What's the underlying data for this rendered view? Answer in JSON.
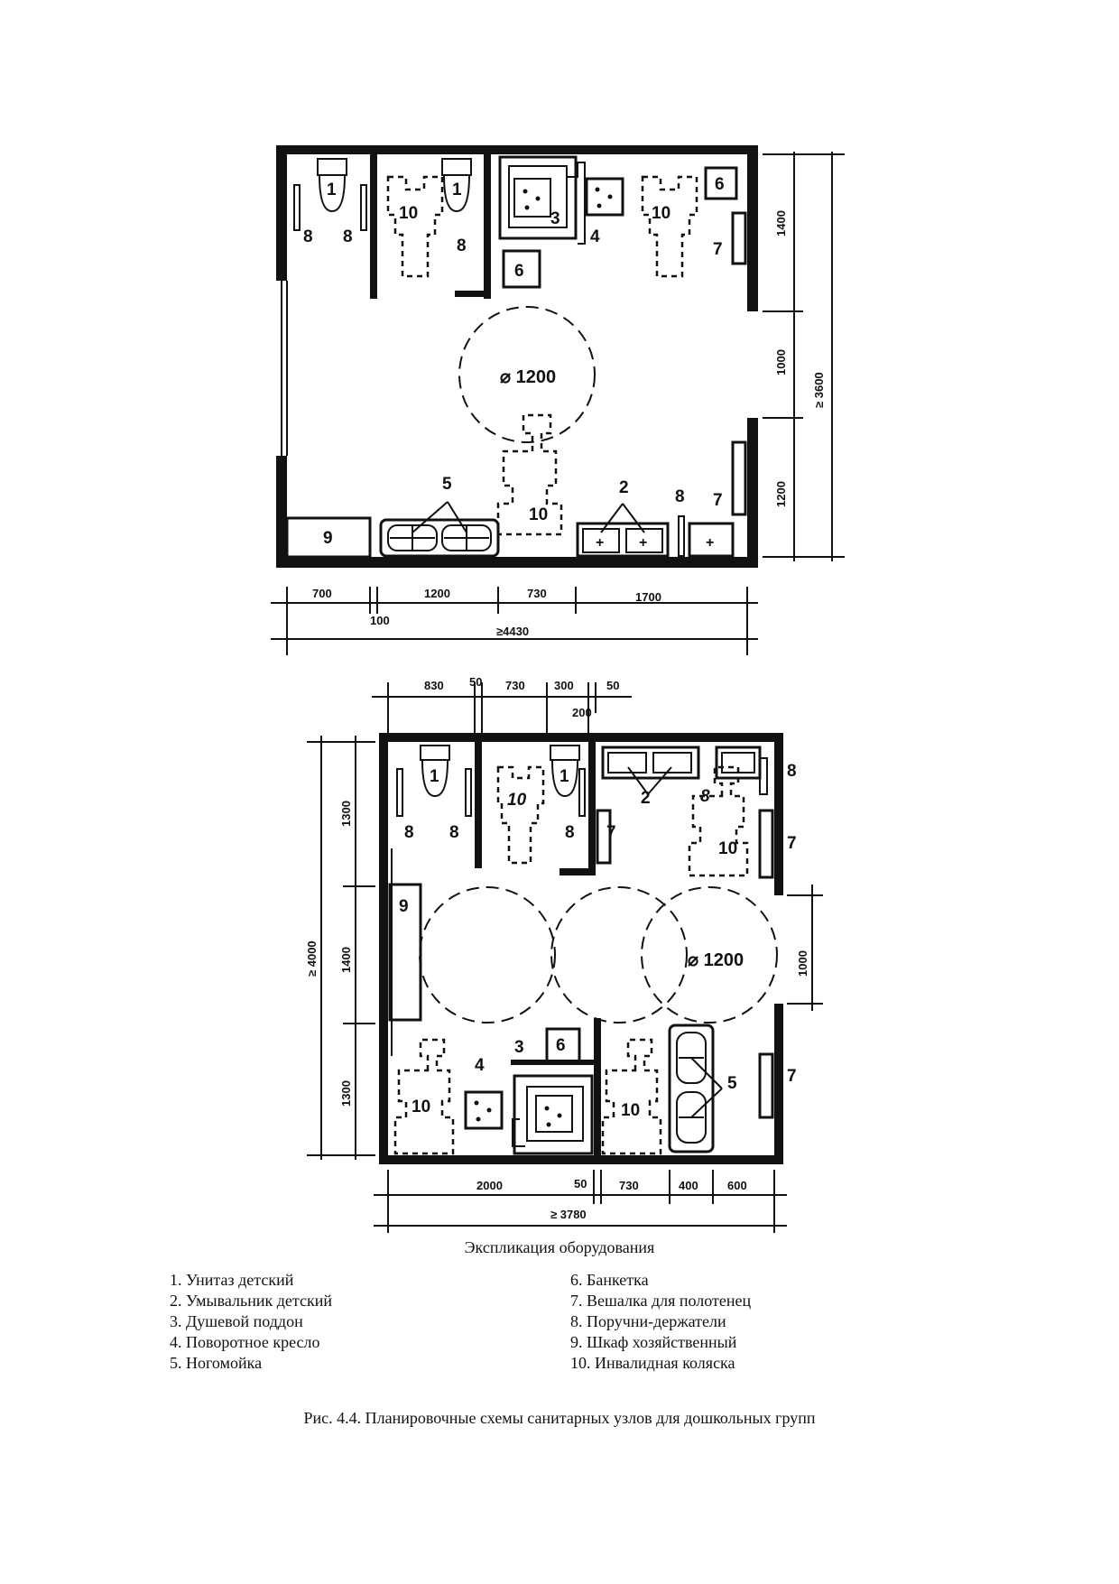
{
  "plan_top": {
    "labels": {
      "toilet_a": "1",
      "toilet_b": "1",
      "rail_a": "8",
      "rail_b": "8",
      "rail_c": "8",
      "rail_d": "8",
      "wheelchair_a": "10",
      "wheelchair_b": "10",
      "wheelchair_c": "10",
      "shower": "3",
      "chair": "4",
      "bench_a": "6",
      "bench_b": "6",
      "hanger_a": "7",
      "hanger_b": "7",
      "footbath": "5",
      "washbasins": "2",
      "cabinet": "9",
      "circle": "⌀ 1200"
    },
    "dims_right": [
      "1400",
      "1000",
      "1200",
      "≥ 3600"
    ],
    "dims_bottom": [
      "700",
      "1200",
      "730",
      "1700"
    ],
    "dim_gap": "100",
    "dim_total": "≥4430"
  },
  "plan_bottom": {
    "labels": {
      "toilet_a": "1",
      "toilet_b": "1",
      "rail_a": "8",
      "rail_b": "8",
      "rail_c": "8",
      "rail_d": "8",
      "rail_e": "8",
      "wheelchair_a": "10",
      "wheelchair_b": "10",
      "wheelchair_c": "10",
      "wheelchair_d": "10",
      "washbasins": "2",
      "hanger_a": "7",
      "hanger_b": "7",
      "hanger_c": "7",
      "cabinet": "9",
      "shower": "3",
      "chair": "4",
      "bench": "6",
      "footbath": "5",
      "circle": "⌀ 1200"
    },
    "dims_top": [
      "830",
      "50",
      "730",
      "300",
      "50"
    ],
    "dim_top_sub": "200",
    "dims_left": [
      "1300",
      "1400",
      "1300",
      "≥ 4000"
    ],
    "dim_right": "1000",
    "dims_bottom": [
      "2000",
      "50",
      "730",
      "400",
      "600"
    ],
    "dim_total": "≥ 3780"
  },
  "explication": {
    "title": "Экспликация оборудования",
    "items_left": [
      "1. Унитаз детский",
      "2. Умывальник детский",
      "3. Душевой поддон",
      "4. Поворотное кресло",
      "5. Ногомойка"
    ],
    "items_right": [
      "6. Банкетка",
      "7. Вешалка для полотенец",
      "8. Поручни-держатели",
      "9. Шкаф хозяйственный",
      "10. Инвалидная коляска"
    ]
  },
  "figure_caption": "Рис. 4.4. Планировочные схемы санитарных узлов для дошкольных групп"
}
